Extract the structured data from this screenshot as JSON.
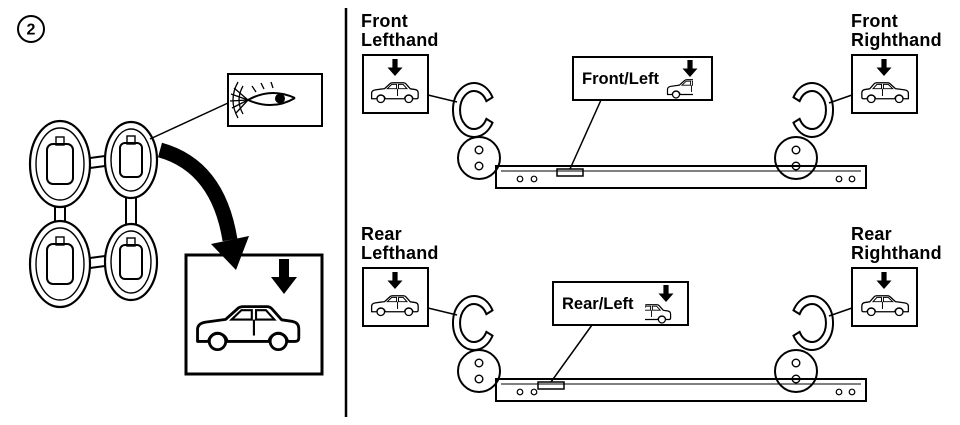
{
  "figure": {
    "number": "2"
  },
  "colors": {
    "ink": "#000000",
    "paper": "#ffffff"
  },
  "icons": {
    "view": "eye-icon",
    "down_arrow": "down-arrow-icon",
    "car_side": "car-side-icon",
    "parts_sprue": "retainer-sprue-icon"
  },
  "labels": {
    "front_lefthand": {
      "line1": "Front",
      "line2": "Lefthand"
    },
    "front_righthand": {
      "line1": "Front",
      "line2": "Righthand"
    },
    "rear_lefthand": {
      "line1": "Rear",
      "line2": "Lefthand"
    },
    "rear_righthand": {
      "line1": "Rear",
      "line2": "Righthand"
    },
    "front_callout": "Front/Left",
    "rear_callout": "Rear/Left"
  }
}
